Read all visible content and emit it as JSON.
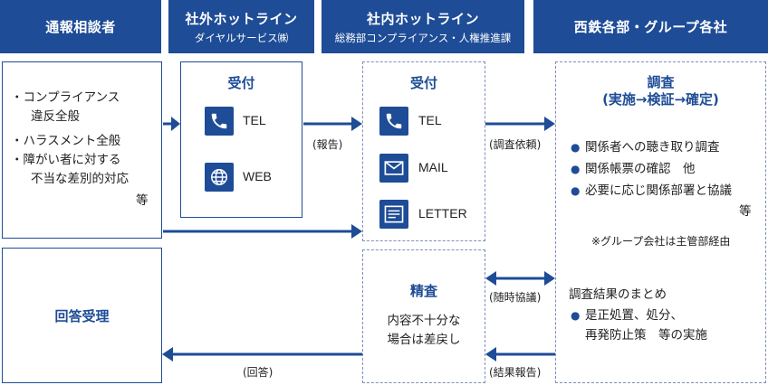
{
  "headers": {
    "reporter": "通報相談者",
    "external_title": "社外ホットライン",
    "external_sub": "ダイヤルサービス㈱",
    "internal_title": "社内ホットライン",
    "internal_sub": "総務部コンプライアンス・人権推進課",
    "group": "西鉄各部・グループ各社"
  },
  "reporter_box": {
    "items": [
      "・コンプライアンス",
      "違反全般",
      "・ハラスメント全般",
      "・障がい者に対する",
      "不当な差別的対応",
      "等"
    ]
  },
  "answer_box": {
    "label": "回答受理"
  },
  "external_box": {
    "title": "受付",
    "channels": [
      {
        "icon": "phone-icon",
        "label": "TEL"
      },
      {
        "icon": "globe-icon",
        "label": "WEB"
      }
    ]
  },
  "internal_box": {
    "title": "受付",
    "channels": [
      {
        "icon": "phone-icon",
        "label": "TEL"
      },
      {
        "icon": "mail-icon",
        "label": "MAIL"
      },
      {
        "icon": "letter-icon",
        "label": "LETTER"
      }
    ]
  },
  "review_box": {
    "title": "精査",
    "lines": [
      "内容不十分な",
      "場合は差戻し"
    ]
  },
  "investigation_box": {
    "title": "調査",
    "subtitle": "(実施→検証→確定)",
    "items": [
      "関係者への聴き取り調査",
      "関係帳票の確認　他",
      "必要に応じ関係部署と協議"
    ],
    "items_suffix": "等",
    "note": "※グループ会社は主管部経由",
    "summary": "調査結果のまとめ",
    "summary_item_1": "是正処置、処分、",
    "summary_item_2": "再発防止策　等の実施"
  },
  "arrow_labels": {
    "report": "(報告)",
    "request": "(調査依頼)",
    "consult": "(随時協議)",
    "result": "(結果報告)",
    "answer": "(回答)"
  },
  "colors": {
    "primary": "#1e4c96",
    "dashed": "#7d8ebc"
  }
}
